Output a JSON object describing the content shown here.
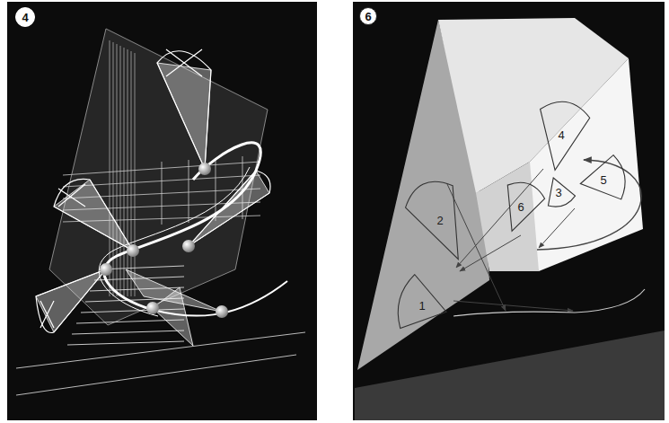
{
  "diagram": {
    "nodes": [
      {
        "text": [
          "4"
        ]
      },
      {
        "text": [
          "6"
        ]
      },
      {
        "text": [
          "1"
        ]
      },
      {
        "text": [
          "2"
        ]
      },
      {
        "text": [
          "3"
        ]
      },
      {
        "text": [
          "4"
        ]
      },
      {
        "text": [
          "5"
        ]
      },
      {
        "text": [
          "6"
        ]
      }
    ]
  }
}
